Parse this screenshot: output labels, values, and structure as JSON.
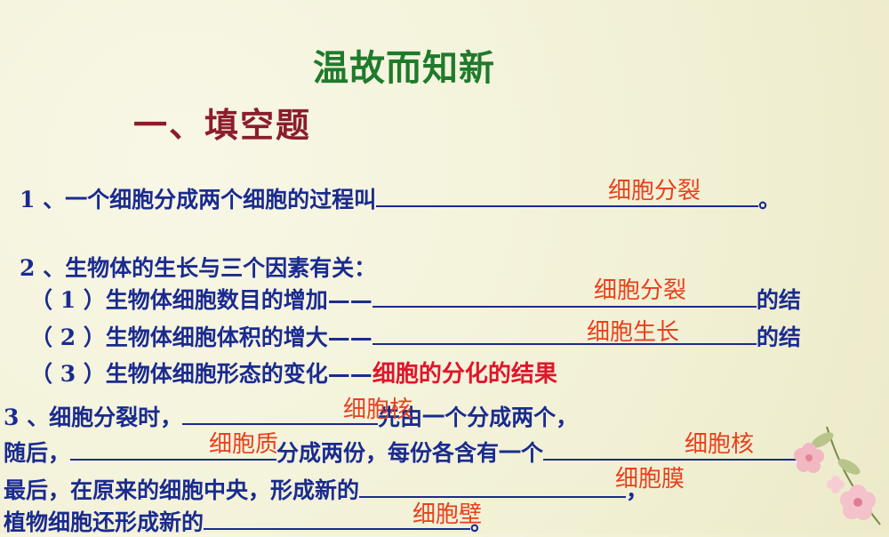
{
  "title": "温故而知新",
  "subtitle": "一、填空题",
  "q1": {
    "text": "1 、一个细胞分成两个细胞的过程叫",
    "end": "。",
    "answer": "细胞分裂"
  },
  "q2": {
    "intro": "2 、生物体的生长与三个因素有关：",
    "sub1": {
      "text": "（ 1 ）生物体细胞数目的增加——",
      "end": "的结",
      "answer": "细胞分裂"
    },
    "sub2": {
      "text": "（ 2 ）生物体细胞体积的增大——",
      "end": "的结",
      "answer": "细胞生长"
    },
    "sub3": {
      "text": "（ 3 ）生物体细胞形态的变化——",
      "answer": "细胞的分化的结果"
    }
  },
  "q3": {
    "line1": {
      "text": "3 、细胞分裂时，",
      "after": "先由一个分成两个，",
      "answer": "细胞核"
    },
    "line2": {
      "text": "随后，",
      "after": "分成两份，每份各含有一个",
      "answer1": "细胞质",
      "answer2": "细胞核"
    },
    "line3": {
      "text": "最后，在原来的细胞中央，形成新的",
      "end": "，",
      "answer": "细胞膜"
    },
    "line4": {
      "text": "植物细胞还形成新的",
      "end": "。",
      "answer": "细胞壁"
    }
  },
  "colors": {
    "title": "#1f7a2c",
    "subtitle": "#8b1d2b",
    "body": "#1a2b8f",
    "answer": "#e8401c"
  }
}
